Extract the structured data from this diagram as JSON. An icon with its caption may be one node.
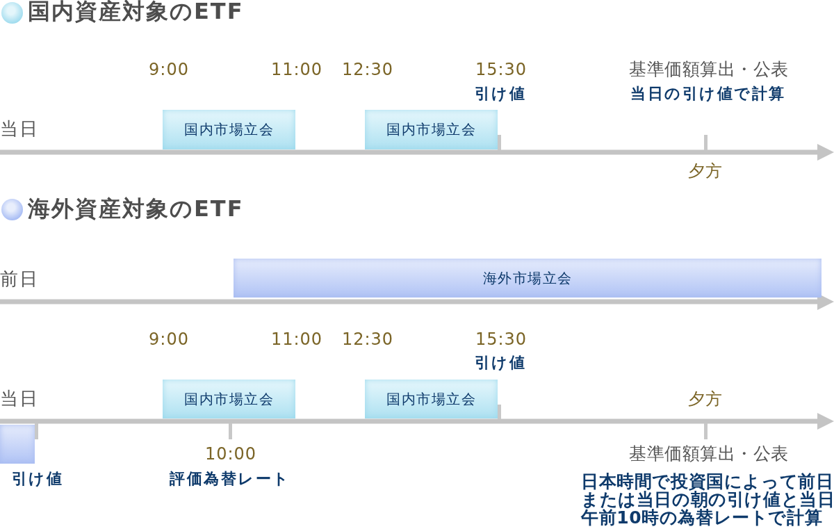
{
  "diagram": {
    "nodes": [
      {
        "text": [
          "国内市場立会"
        ]
      },
      {
        "text": [
          "国内市場立会"
        ]
      },
      {
        "text": [
          "海外市場立会"
        ]
      },
      {
        "text": [
          "国内市場立会"
        ]
      },
      {
        "text": [
          "国内市場立会"
        ]
      },
      {
        "text": [],
        "shape": "box",
        "beside": [
          "引け値"
        ]
      }
    ],
    "labels": [
      "国内資産対象のETF",
      "9:00",
      "11:00",
      "12:30",
      "15:30",
      "基準価額算出・公表",
      "引け値",
      "当日の引け値で計算",
      "当日",
      "夕方",
      "海外資産対象のETF",
      "前日",
      "9:00",
      "11:00",
      "12:30",
      "15:30",
      "引け値",
      "当日",
      "夕方",
      "10:00",
      "評価為替レート",
      "基準価額算出・公表",
      "日本時間で投資国によって前日または当日の朝の引け値と当日午前10時の為替レートで計算"
    ]
  }
}
